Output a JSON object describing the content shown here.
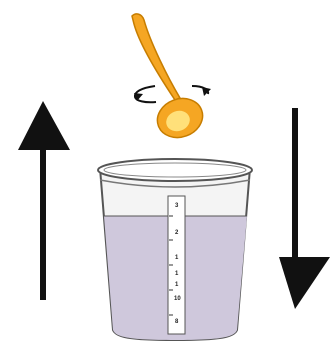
{
  "illustration": {
    "description_icons": [
      "up-arrow-icon",
      "spoon-icon",
      "rotation-icon",
      "measuring-cup-icon",
      "down-arrow-icon"
    ],
    "colors": {
      "arrow": "#111111",
      "spoon_fill": "#f5a623",
      "spoon_highlight": "#ffe07a",
      "spoon_stroke": "#c77d00",
      "liquid": "#cfc8dc",
      "cup_outline": "#555555",
      "cup_body": "#f4f4f4"
    }
  },
  "measuring_scale": {
    "labels": [
      "3",
      "2",
      "1",
      "1",
      "1",
      "10",
      "8"
    ]
  }
}
